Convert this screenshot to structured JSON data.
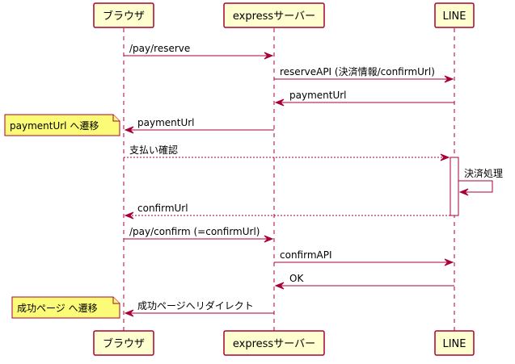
{
  "diagram": {
    "participants": [
      {
        "id": "browser",
        "label": "ブラウザ"
      },
      {
        "id": "server",
        "label": "expressサーバー"
      },
      {
        "id": "line",
        "label": "LINE"
      }
    ],
    "messages": [
      {
        "from": "browser",
        "to": "server",
        "label": "/pay/reserve",
        "style": "solid"
      },
      {
        "from": "server",
        "to": "line",
        "label": "reserveAPI (決済情報/confirmUrl)",
        "style": "solid"
      },
      {
        "from": "line",
        "to": "server",
        "label": "paymentUrl",
        "style": "solid"
      },
      {
        "from": "server",
        "to": "browser",
        "label": "paymentUrl",
        "style": "solid"
      },
      {
        "from": "browser",
        "to": "line",
        "label": "支払い確認",
        "style": "dashed"
      },
      {
        "from": "line",
        "to": "line",
        "label": "決済処理",
        "style": "self"
      },
      {
        "from": "line",
        "to": "browser",
        "label": "confirmUrl",
        "style": "dashed"
      },
      {
        "from": "browser",
        "to": "server",
        "label": "/pay/confirm (=confirmUrl)",
        "style": "solid"
      },
      {
        "from": "server",
        "to": "line",
        "label": "confirmAPI",
        "style": "solid"
      },
      {
        "from": "line",
        "to": "server",
        "label": "OK",
        "style": "solid"
      },
      {
        "from": "server",
        "to": "browser",
        "label": "成功ページへリダイレクト",
        "style": "solid"
      }
    ],
    "notes": [
      {
        "label": "paymentUrl へ遷移"
      },
      {
        "label": "成功ページ へ遷移"
      }
    ]
  }
}
